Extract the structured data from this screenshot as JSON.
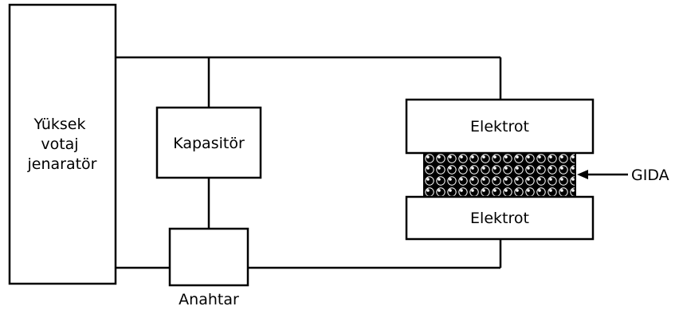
{
  "diagram": {
    "generator_label_lines": [
      "Yüksek",
      "votaj",
      "jenaratör"
    ],
    "capacitor_label": "Kapasitör",
    "switch_label": "Anahtar",
    "top_electrode_label": "Elektrot",
    "bottom_electrode_label": "Elektrot",
    "food_label": "GIDA"
  },
  "colors": {
    "line": "#000000",
    "background": "#ffffff",
    "food_dot": "#000000",
    "food_highlight": "#ffffff"
  }
}
